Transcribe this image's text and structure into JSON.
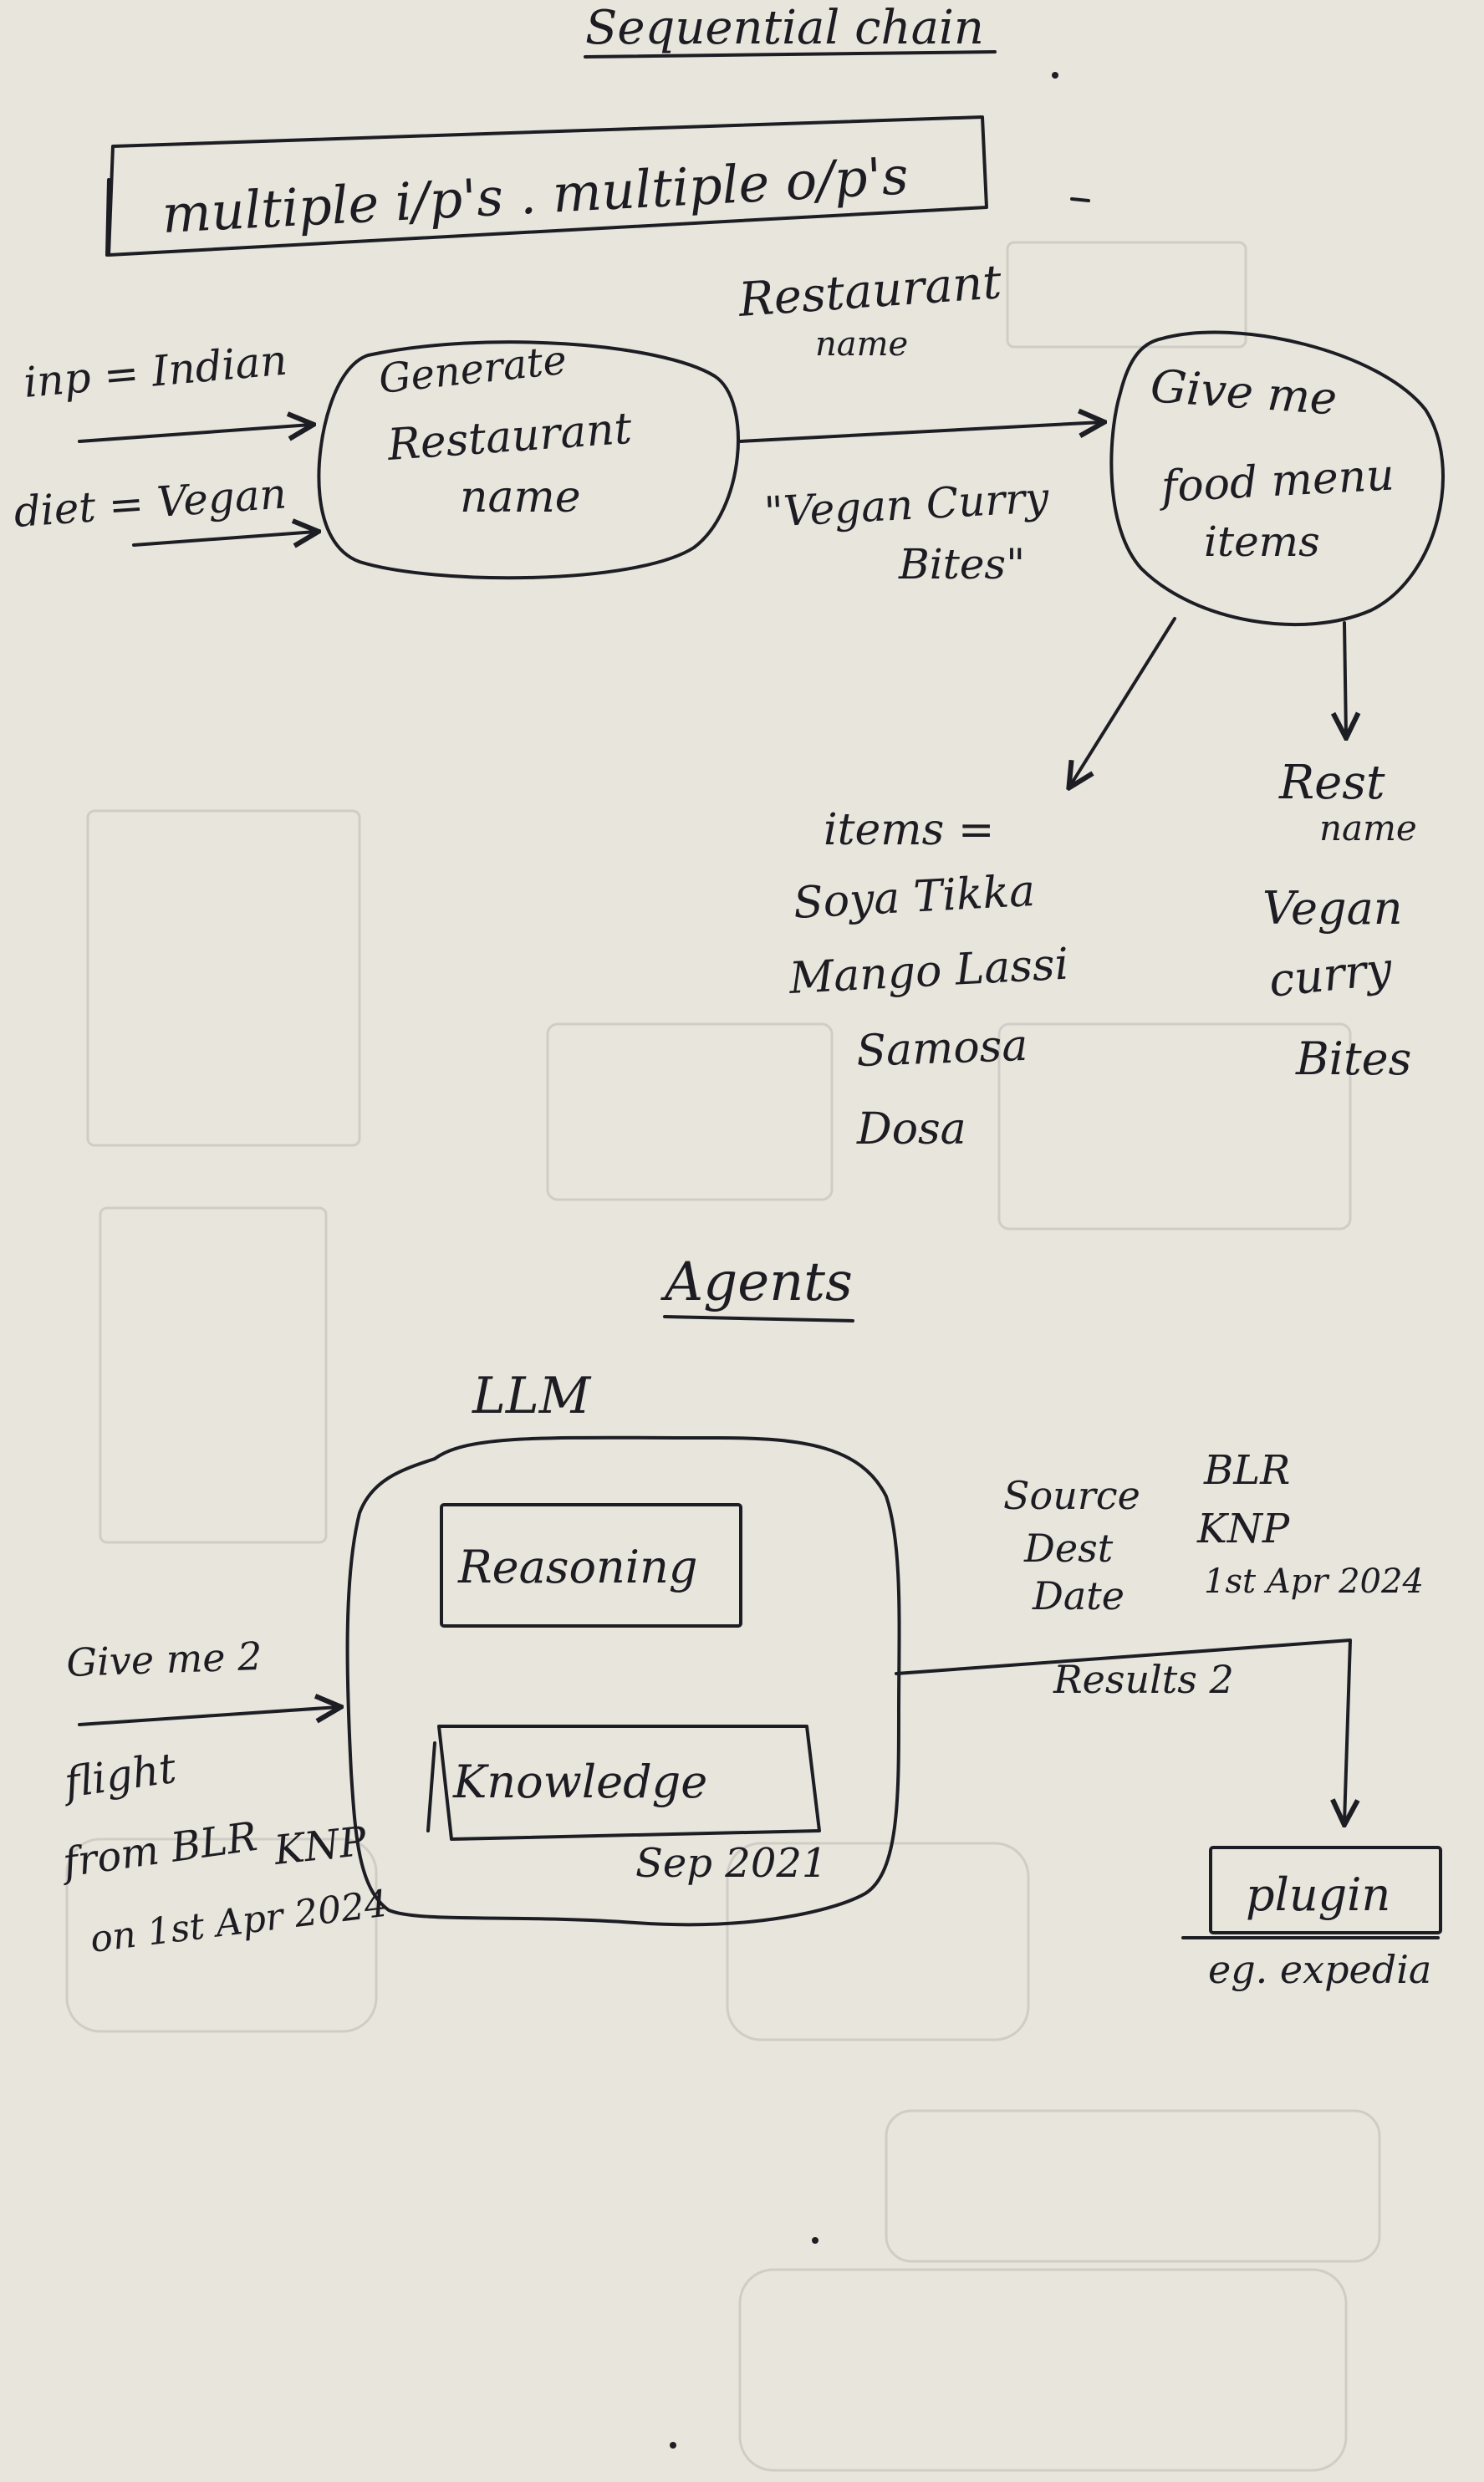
{
  "sequential": {
    "title": "Sequential chain",
    "banner": "multiple i/p's . multiple o/p's",
    "input_inp": "inp = Indian",
    "input_diet": "diet = Vegan",
    "node1_line1": "Generate",
    "node1_line2": "Restaurant",
    "node1_line3": "name",
    "label_restaurant_line1": "Restaurant",
    "label_restaurant_line2": "name",
    "output1_line1": "\"Vegan Curry",
    "output1_line2": "Bites\"",
    "node2_line1": "Give me",
    "node2_line2": "food menu",
    "node2_line3": "items",
    "items_header": "items =",
    "items": [
      "Soya Tikka",
      "Mango Lassi",
      "Samosa",
      "Dosa"
    ],
    "rest_name_line1": "Rest",
    "rest_name_line2": "name",
    "rest_value_line1": "Vegan",
    "rest_value_line2": "curry",
    "rest_value_line3": "Bites"
  },
  "agents": {
    "title": "Agents",
    "llm_label": "LLM",
    "reasoning": "Reasoning",
    "knowledge": "Knowledge",
    "knowledge_date": "Sep 2021",
    "query_line1": "Give me 2",
    "query_line2": "flight",
    "query_line3": "from BLR",
    "query_line4": "KNP",
    "query_line5": "on 1st Apr 2024",
    "param_source": "Source",
    "param_source_val": "BLR",
    "param_dest": "Dest",
    "param_dest_val": "KNP",
    "param_date": "Date",
    "param_date_val": "1st Apr 2024",
    "results": "Results 2",
    "plugin": "plugin",
    "plugin_example": "eg. expedia"
  }
}
